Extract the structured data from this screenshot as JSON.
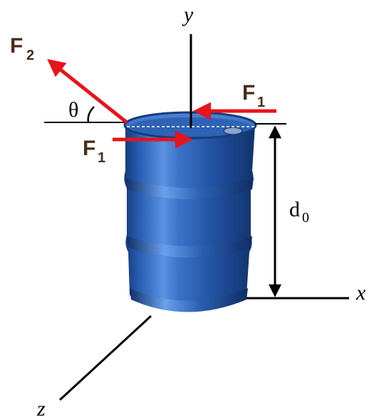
{
  "axes": {
    "y": "y",
    "x": "x",
    "z": "z"
  },
  "forces": {
    "f2": {
      "symbol": "F",
      "subscript": "2"
    },
    "f1_right": {
      "symbol": "F",
      "subscript": "1"
    },
    "f1_left": {
      "symbol": "F",
      "subscript": "1"
    }
  },
  "angle": {
    "symbol": "θ"
  },
  "dimension": {
    "symbol": "d",
    "subscript": "0"
  },
  "colors": {
    "force_arrow": "#e8141b",
    "force_label": "#4a2b1a",
    "barrel_main": "#2457a8",
    "barrel_dark": "#153a78",
    "barrel_light": "#4f86d6",
    "axis": "#000000"
  },
  "icons": {
    "barrel": "barrel-illustration"
  }
}
